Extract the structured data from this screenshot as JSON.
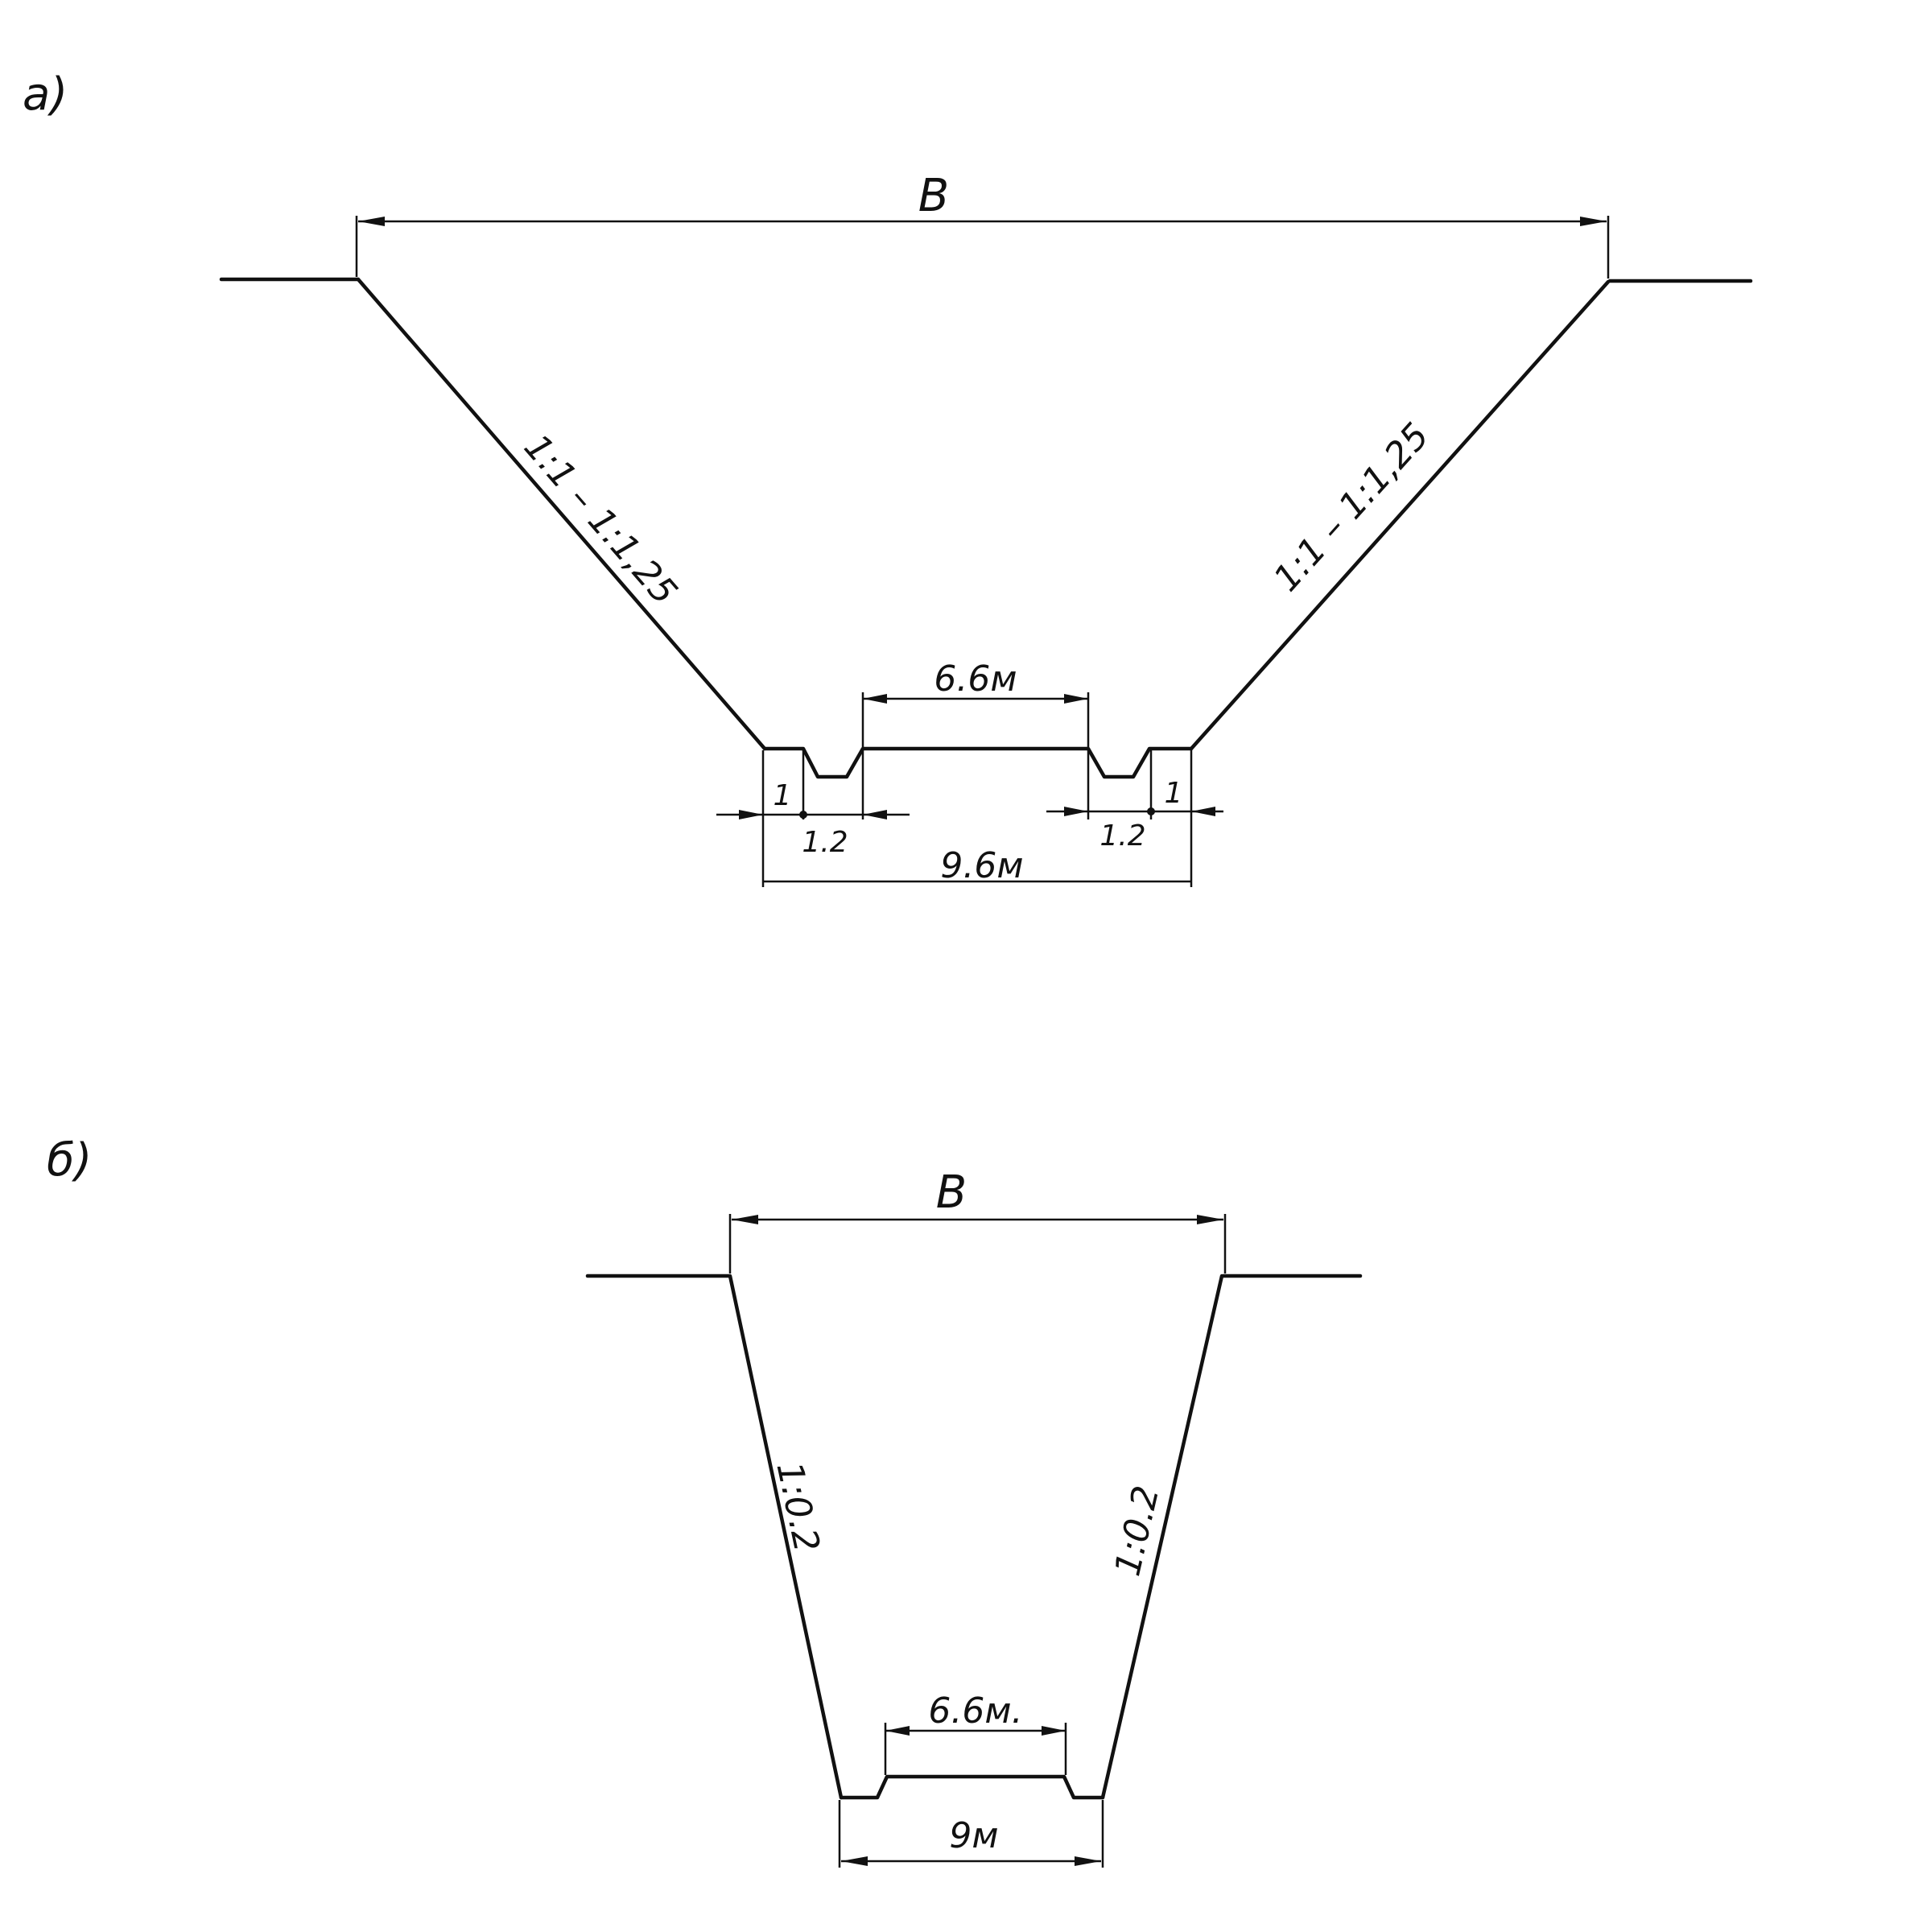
{
  "panel_a": {
    "label": "а)",
    "width_label": "B",
    "left_slope": "1:1 – 1:1,25",
    "right_slope": "1:1 – 1:1,25",
    "road_width": "6.6м",
    "left_offset": "1",
    "left_ditch": "1.2",
    "right_ditch": "1.2",
    "right_offset": "1",
    "bottom_width": "9.6м"
  },
  "panel_b": {
    "label": "б)",
    "width_label": "B",
    "left_slope": "1:0.2",
    "right_slope": "1:0.2",
    "road_width": "6.6м.",
    "bottom_width": "9м"
  }
}
